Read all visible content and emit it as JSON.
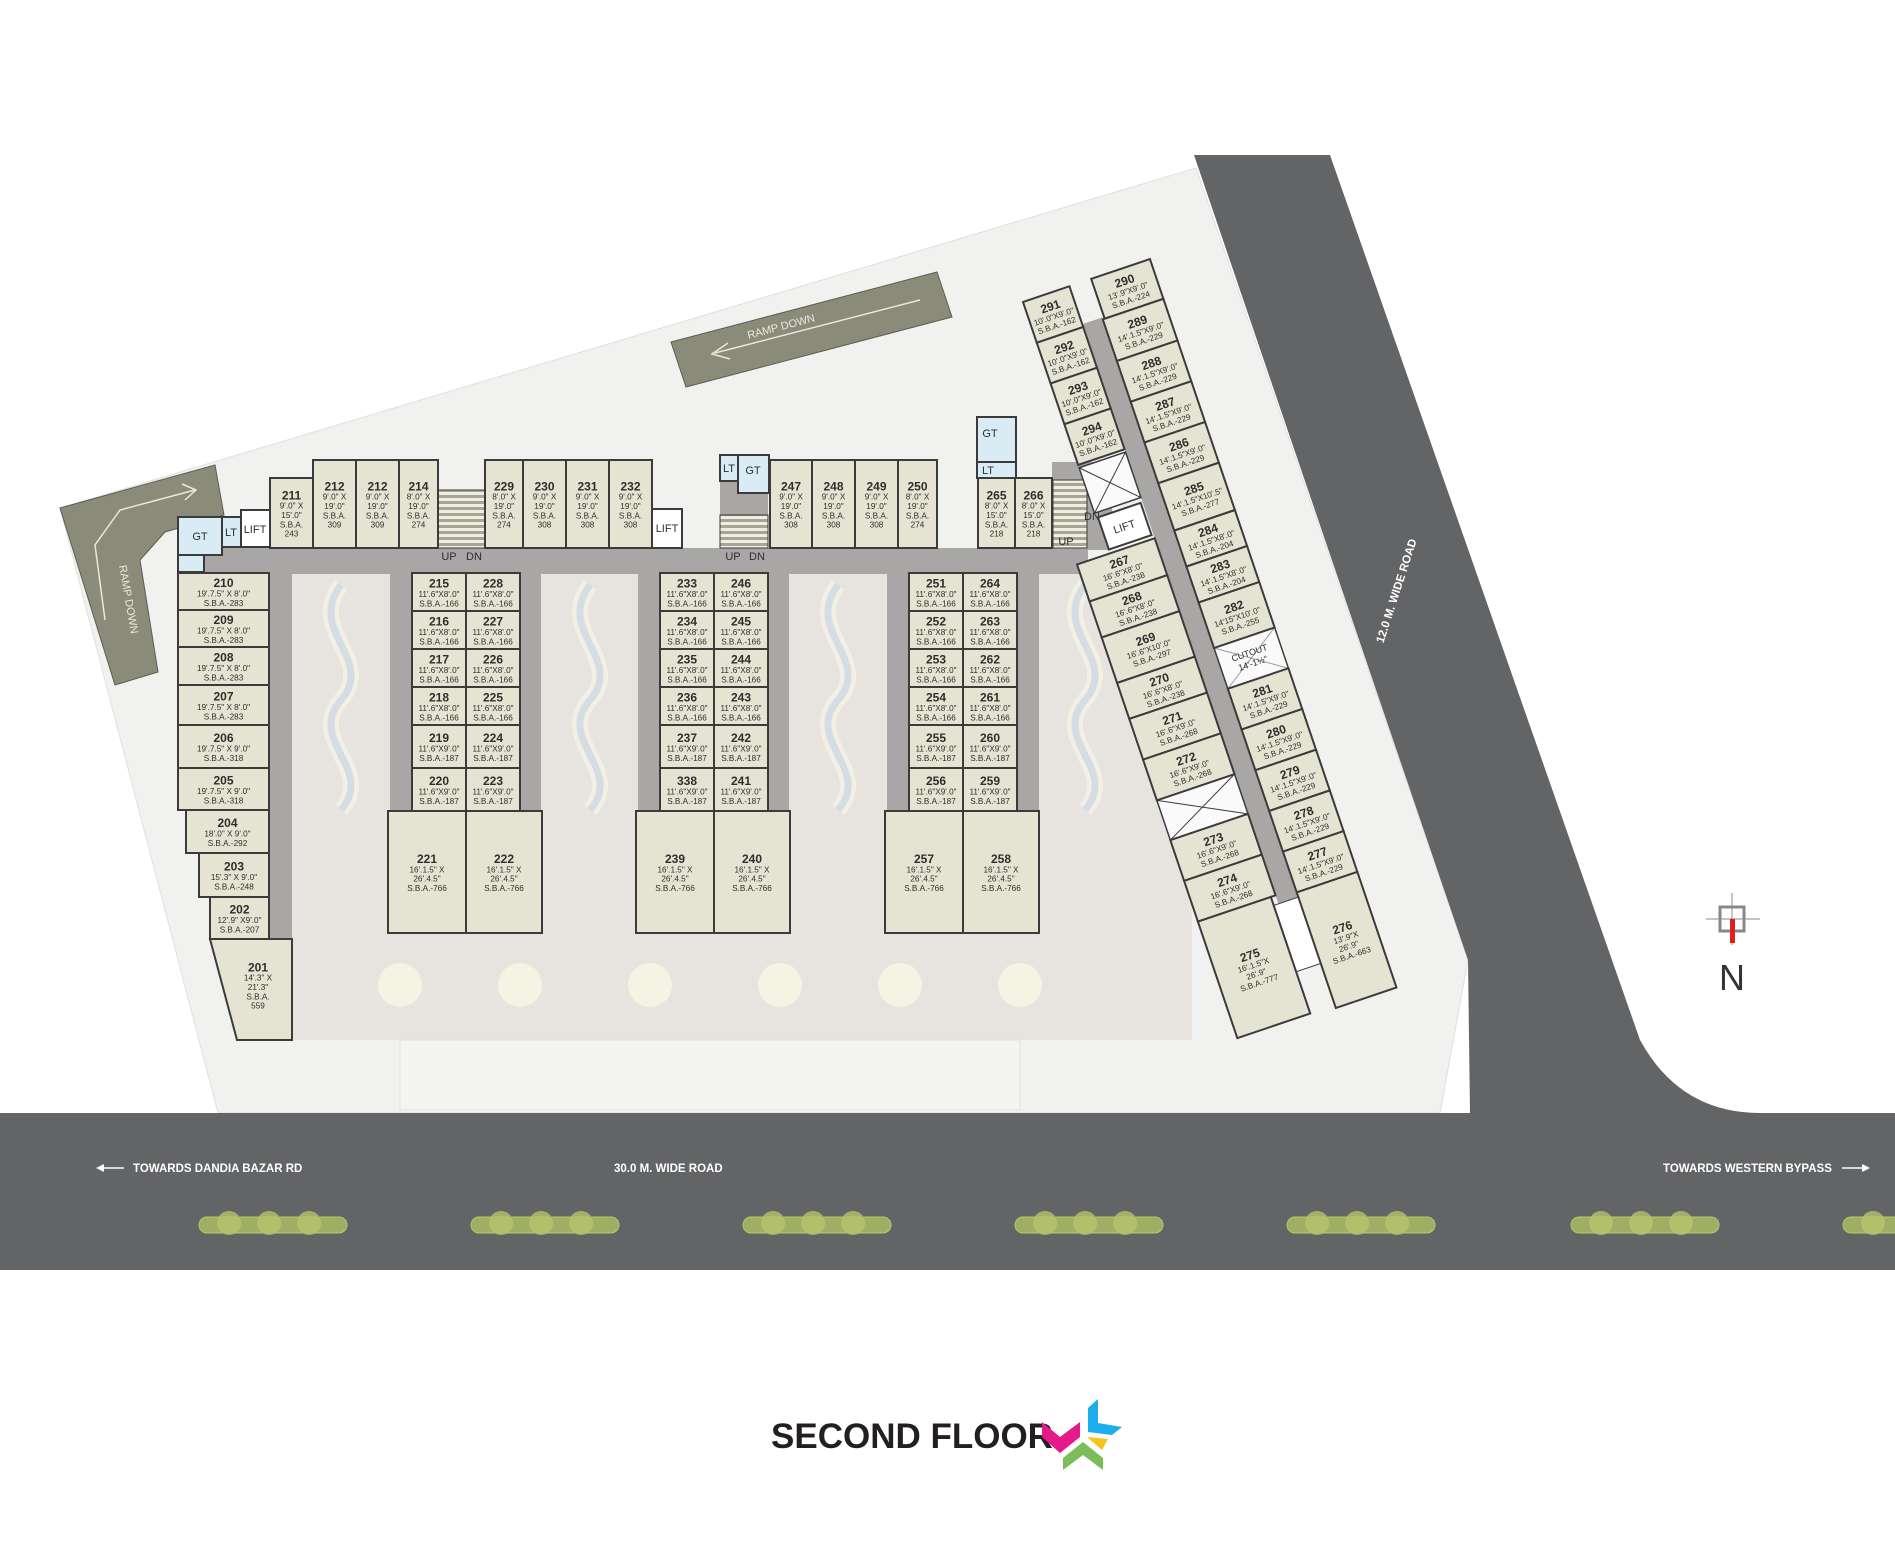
{
  "title": "SECOND FLOOR",
  "north": "N",
  "roads": {
    "main": "30.0 M. WIDE ROAD",
    "side": "12.0 M. WIDE ROAD",
    "left_dir": "TOWARDS DANDIA BAZAR RD",
    "right_dir": "TOWARDS WESTERN BYPASS"
  },
  "services": {
    "gt": "GT",
    "lt": "LT",
    "lift": "LIFT",
    "up": "UP",
    "dn": "DN",
    "ramp": "RAMP DOWN",
    "cutout": [
      "CUTOUT",
      "14'-1½\""
    ]
  },
  "colors": {
    "road": "#636466",
    "unit": "#e5e3d1",
    "corridor": "#a9a7a5",
    "service": "#d9ecf6",
    "ramp": "#8b8b7a"
  },
  "top_row": [
    {
      "no": "211",
      "lines": [
        "9'.0\" X",
        "15'.0\"",
        "S.B.A.",
        "243"
      ]
    },
    {
      "no": "212",
      "lines": [
        "9'.0\" X",
        "19'.0\"",
        "S.B.A.",
        "309"
      ]
    },
    {
      "no": "212",
      "lines": [
        "9'.0\" X",
        "19'.0\"",
        "S.B.A.",
        "309"
      ]
    },
    {
      "no": "214",
      "lines": [
        "8'.0\" X",
        "19'.0\"",
        "S.B.A.",
        "274"
      ]
    },
    {
      "no": "229",
      "lines": [
        "8'.0\" X",
        "19'.0\"",
        "S.B.A.",
        "274"
      ]
    },
    {
      "no": "230",
      "lines": [
        "9'.0\" X",
        "19'.0\"",
        "S.B.A.",
        "308"
      ]
    },
    {
      "no": "231",
      "lines": [
        "9'.0\" X",
        "19'.0\"",
        "S.B.A.",
        "308"
      ]
    },
    {
      "no": "232",
      "lines": [
        "9'.0\" X",
        "19'.0\"",
        "S.B.A.",
        "308"
      ]
    },
    {
      "no": "247",
      "lines": [
        "9'.0\" X",
        "19'.0\"",
        "S.B.A.",
        "308"
      ]
    },
    {
      "no": "248",
      "lines": [
        "9'.0\" X",
        "19'.0\"",
        "S.B.A.",
        "308"
      ]
    },
    {
      "no": "249",
      "lines": [
        "9'.0\" X",
        "19'.0\"",
        "S.B.A.",
        "308"
      ]
    },
    {
      "no": "250",
      "lines": [
        "8'.0\" X",
        "19'.0\"",
        "S.B.A.",
        "274"
      ]
    },
    {
      "no": "265",
      "lines": [
        "8'.0\" X",
        "15'.0\"",
        "S.B.A.",
        "218"
      ]
    },
    {
      "no": "266",
      "lines": [
        "8'.0\" X",
        "15'.0\"",
        "S.B.A.",
        "218"
      ]
    }
  ],
  "left_column": [
    {
      "no": "210",
      "lines": [
        "19'.7.5\" X 8'.0\"",
        "S.B.A.-283"
      ]
    },
    {
      "no": "209",
      "lines": [
        "19'.7.5\" X 8'.0\"",
        "S.B.A.-283"
      ]
    },
    {
      "no": "208",
      "lines": [
        "19'.7.5\" X 8'.0\"",
        "S.B.A.-283"
      ]
    },
    {
      "no": "207",
      "lines": [
        "19'.7.5\" X 8'.0\"",
        "S.B.A.-283"
      ]
    },
    {
      "no": "206",
      "lines": [
        "19'.7.5\" X 9'.0\"",
        "S.B.A.-318"
      ]
    },
    {
      "no": "205",
      "lines": [
        "19'.7.5\" X 9'.0\"",
        "S.B.A.-318"
      ]
    },
    {
      "no": "204",
      "lines": [
        "18'.0\" X 9'.0\"",
        "S.B.A.-292"
      ]
    },
    {
      "no": "203",
      "lines": [
        "15'.3\" X 9'.0\"",
        "S.B.A.-248"
      ]
    },
    {
      "no": "202",
      "lines": [
        "12'.9\" X9'.0\"",
        "S.B.A.-207"
      ]
    },
    {
      "no": "201",
      "lines": [
        "14'.3\" X",
        "21'.3\"",
        "S.B.A.",
        "559"
      ]
    }
  ],
  "blocks": [
    {
      "left": [
        {
          "no": "215",
          "lines": [
            "11'.6\"X8'.0\"",
            "S.B.A.-166"
          ]
        },
        {
          "no": "216",
          "lines": [
            "11'.6\"X8'.0\"",
            "S.B.A.-166"
          ]
        },
        {
          "no": "217",
          "lines": [
            "11'.6\"X8'.0\"",
            "S.B.A.-166"
          ]
        },
        {
          "no": "218",
          "lines": [
            "11'.6\"X8'.0\"",
            "S.B.A.-166"
          ]
        },
        {
          "no": "219",
          "lines": [
            "11'.6\"X9'.0\"",
            "S.B.A.-187"
          ]
        },
        {
          "no": "220",
          "lines": [
            "11'.6\"X9'.0\"",
            "S.B.A.-187"
          ]
        }
      ],
      "right": [
        {
          "no": "228",
          "lines": [
            "11'.6\"X8'.0\"",
            "S.B.A.-166"
          ]
        },
        {
          "no": "227",
          "lines": [
            "11'.6\"X8'.0\"",
            "S.B.A.-166"
          ]
        },
        {
          "no": "226",
          "lines": [
            "11'.6\"X8'.0\"",
            "S.B.A.-166"
          ]
        },
        {
          "no": "225",
          "lines": [
            "11'.6\"X8'.0\"",
            "S.B.A.-166"
          ]
        },
        {
          "no": "224",
          "lines": [
            "11'.6\"X9'.0\"",
            "S.B.A.-187"
          ]
        },
        {
          "no": "223",
          "lines": [
            "11'.6\"X9'.0\"",
            "S.B.A.-187"
          ]
        }
      ],
      "big": [
        {
          "no": "221",
          "lines": [
            "16'.1.5\" X",
            "26'.4.5\"",
            "S.B.A.-766"
          ]
        },
        {
          "no": "222",
          "lines": [
            "16'.1.5\" X",
            "26'.4.5\"",
            "S.B.A.-766"
          ]
        }
      ]
    },
    {
      "left": [
        {
          "no": "233",
          "lines": [
            "11'.6\"X8'.0\"",
            "S.B.A.-166"
          ]
        },
        {
          "no": "234",
          "lines": [
            "11'.6\"X8'.0\"",
            "S.B.A.-166"
          ]
        },
        {
          "no": "235",
          "lines": [
            "11'.6\"X8'.0\"",
            "S.B.A.-166"
          ]
        },
        {
          "no": "236",
          "lines": [
            "11'.6\"X8'.0\"",
            "S.B.A.-166"
          ]
        },
        {
          "no": "237",
          "lines": [
            "11'.6\"X9'.0\"",
            "S.B.A.-187"
          ]
        },
        {
          "no": "338",
          "lines": [
            "11'.6\"X9'.0\"",
            "S.B.A.-187"
          ]
        }
      ],
      "right": [
        {
          "no": "246",
          "lines": [
            "11'.6\"X8'.0\"",
            "S.B.A.-166"
          ]
        },
        {
          "no": "245",
          "lines": [
            "11'.6\"X8'.0\"",
            "S.B.A.-166"
          ]
        },
        {
          "no": "244",
          "lines": [
            "11'.6\"X8'.0\"",
            "S.B.A.-166"
          ]
        },
        {
          "no": "243",
          "lines": [
            "11'.6\"X8'.0\"",
            "S.B.A.-166"
          ]
        },
        {
          "no": "242",
          "lines": [
            "11'.6\"X9'.0\"",
            "S.B.A.-187"
          ]
        },
        {
          "no": "241",
          "lines": [
            "11'.6\"X9'.0\"",
            "S.B.A.-187"
          ]
        }
      ],
      "big": [
        {
          "no": "239",
          "lines": [
            "16'.1.5\" X",
            "26'.4.5\"",
            "S.B.A.-766"
          ]
        },
        {
          "no": "240",
          "lines": [
            "16'.1.5\" X",
            "26'.4.5\"",
            "S.B.A.-766"
          ]
        }
      ]
    },
    {
      "left": [
        {
          "no": "251",
          "lines": [
            "11'.6\"X8'.0\"",
            "S.B.A.-166"
          ]
        },
        {
          "no": "252",
          "lines": [
            "11'.6\"X8'.0\"",
            "S.B.A.-166"
          ]
        },
        {
          "no": "253",
          "lines": [
            "11'.6\"X8'.0\"",
            "S.B.A.-166"
          ]
        },
        {
          "no": "254",
          "lines": [
            "11'.6\"X8'.0\"",
            "S.B.A.-166"
          ]
        },
        {
          "no": "255",
          "lines": [
            "11'.6\"X9'.0\"",
            "S.B.A.-187"
          ]
        },
        {
          "no": "256",
          "lines": [
            "11'.6\"X9'.0\"",
            "S.B.A.-187"
          ]
        }
      ],
      "right": [
        {
          "no": "264",
          "lines": [
            "11'.6\"X8'.0\"",
            "S.B.A.-166"
          ]
        },
        {
          "no": "263",
          "lines": [
            "11'.6\"X8'.0\"",
            "S.B.A.-166"
          ]
        },
        {
          "no": "262",
          "lines": [
            "11'.6\"X8'.0\"",
            "S.B.A.-166"
          ]
        },
        {
          "no": "261",
          "lines": [
            "11'.6\"X8'.0\"",
            "S.B.A.-166"
          ]
        },
        {
          "no": "260",
          "lines": [
            "11'.6\"X9'.0\"",
            "S.B.A.-187"
          ]
        },
        {
          "no": "259",
          "lines": [
            "11'.6\"X9'.0\"",
            "S.B.A.-187"
          ]
        }
      ],
      "big": [
        {
          "no": "257",
          "lines": [
            "16'.1.5\" X",
            "26'.4.5\"",
            "S.B.A.-766"
          ]
        },
        {
          "no": "258",
          "lines": [
            "16'.1.5\" X",
            "26'.4.5\"",
            "S.B.A.-766"
          ]
        }
      ]
    }
  ],
  "wing": {
    "left": [
      {
        "no": "291",
        "lines": [
          "10'.0\"X9'.0\"",
          "S.B.A.-162"
        ]
      },
      {
        "no": "292",
        "lines": [
          "10'.0\"X9'.0\"",
          "S.B.A.-162"
        ]
      },
      {
        "no": "293",
        "lines": [
          "10'.0\"X9'.0\"",
          "S.B.A.-162"
        ]
      },
      {
        "no": "294",
        "lines": [
          "10'.0\"X9'.0\"",
          "S.B.A.-162"
        ]
      },
      {
        "no": "267",
        "lines": [
          "16'.6\"X8'.0\"",
          "S.B.A.-238"
        ]
      },
      {
        "no": "268",
        "lines": [
          "16'.6\"X8'.0\"",
          "S.B.A.-238"
        ]
      },
      {
        "no": "269",
        "lines": [
          "16'.6\"X10'.0\"",
          "S.B.A.-297"
        ]
      },
      {
        "no": "270",
        "lines": [
          "16'.6\"X8'.0\"",
          "S.B.A.-238"
        ]
      },
      {
        "no": "271",
        "lines": [
          "16'.6\"X9'.0\"",
          "S.B.A.-268"
        ]
      },
      {
        "no": "272",
        "lines": [
          "16'.6\"X9'.0\"",
          "S.B.A.-268"
        ]
      },
      {
        "no": "273",
        "lines": [
          "16'.6\"X9'.0\"",
          "S.B.A.-268"
        ]
      },
      {
        "no": "274",
        "lines": [
          "16'.6\"X9'.0\"",
          "S.B.A.-268"
        ]
      },
      {
        "no": "275",
        "lines": [
          "16'.1.5\"X",
          "26'.9\"",
          "S.B.A.-777"
        ]
      }
    ],
    "right": [
      {
        "no": "290",
        "lines": [
          "13'.9\"X9'.0\"",
          "S.B.A.-224"
        ]
      },
      {
        "no": "289",
        "lines": [
          "14'.1.5\"X9'.0\"",
          "S.B.A.-229"
        ]
      },
      {
        "no": "288",
        "lines": [
          "14'.1.5\"X9'.0\"",
          "S.B.A.-229"
        ]
      },
      {
        "no": "287",
        "lines": [
          "14'.1.5\"X9'.0\"",
          "S.B.A.-229"
        ]
      },
      {
        "no": "286",
        "lines": [
          "14'.1.5\"X9'.0\"",
          "S.B.A.-229"
        ]
      },
      {
        "no": "285",
        "lines": [
          "14'.1.5\"X10'.5\"",
          "S.B.A.-277"
        ]
      },
      {
        "no": "284",
        "lines": [
          "14'.1.5\"X8'.0\"",
          "S.B.A.-204"
        ]
      },
      {
        "no": "283",
        "lines": [
          "14'.1.5\"X8'.0\"",
          "S.B.A.-204"
        ]
      },
      {
        "no": "282",
        "lines": [
          "14'15\"X10'.0\"",
          "S.B.A.-255"
        ]
      },
      {
        "no": "281",
        "lines": [
          "14'.1.5\"X9'.0\"",
          "S.B.A.-229"
        ]
      },
      {
        "no": "280",
        "lines": [
          "14'.1.5\"X9'.0\"",
          "S.B.A.-229"
        ]
      },
      {
        "no": "279",
        "lines": [
          "14'.1.5\"X9'.0\"",
          "S.B.A.-229"
        ]
      },
      {
        "no": "278",
        "lines": [
          "14'.1.5\"X9'.0\"",
          "S.B.A.-229"
        ]
      },
      {
        "no": "277",
        "lines": [
          "14'.1.5\"X9'.0\"",
          "S.B.A.-229"
        ]
      },
      {
        "no": "276",
        "lines": [
          "13'.9\"X",
          "26'.9\"",
          "S.B.A.-663"
        ]
      }
    ]
  }
}
